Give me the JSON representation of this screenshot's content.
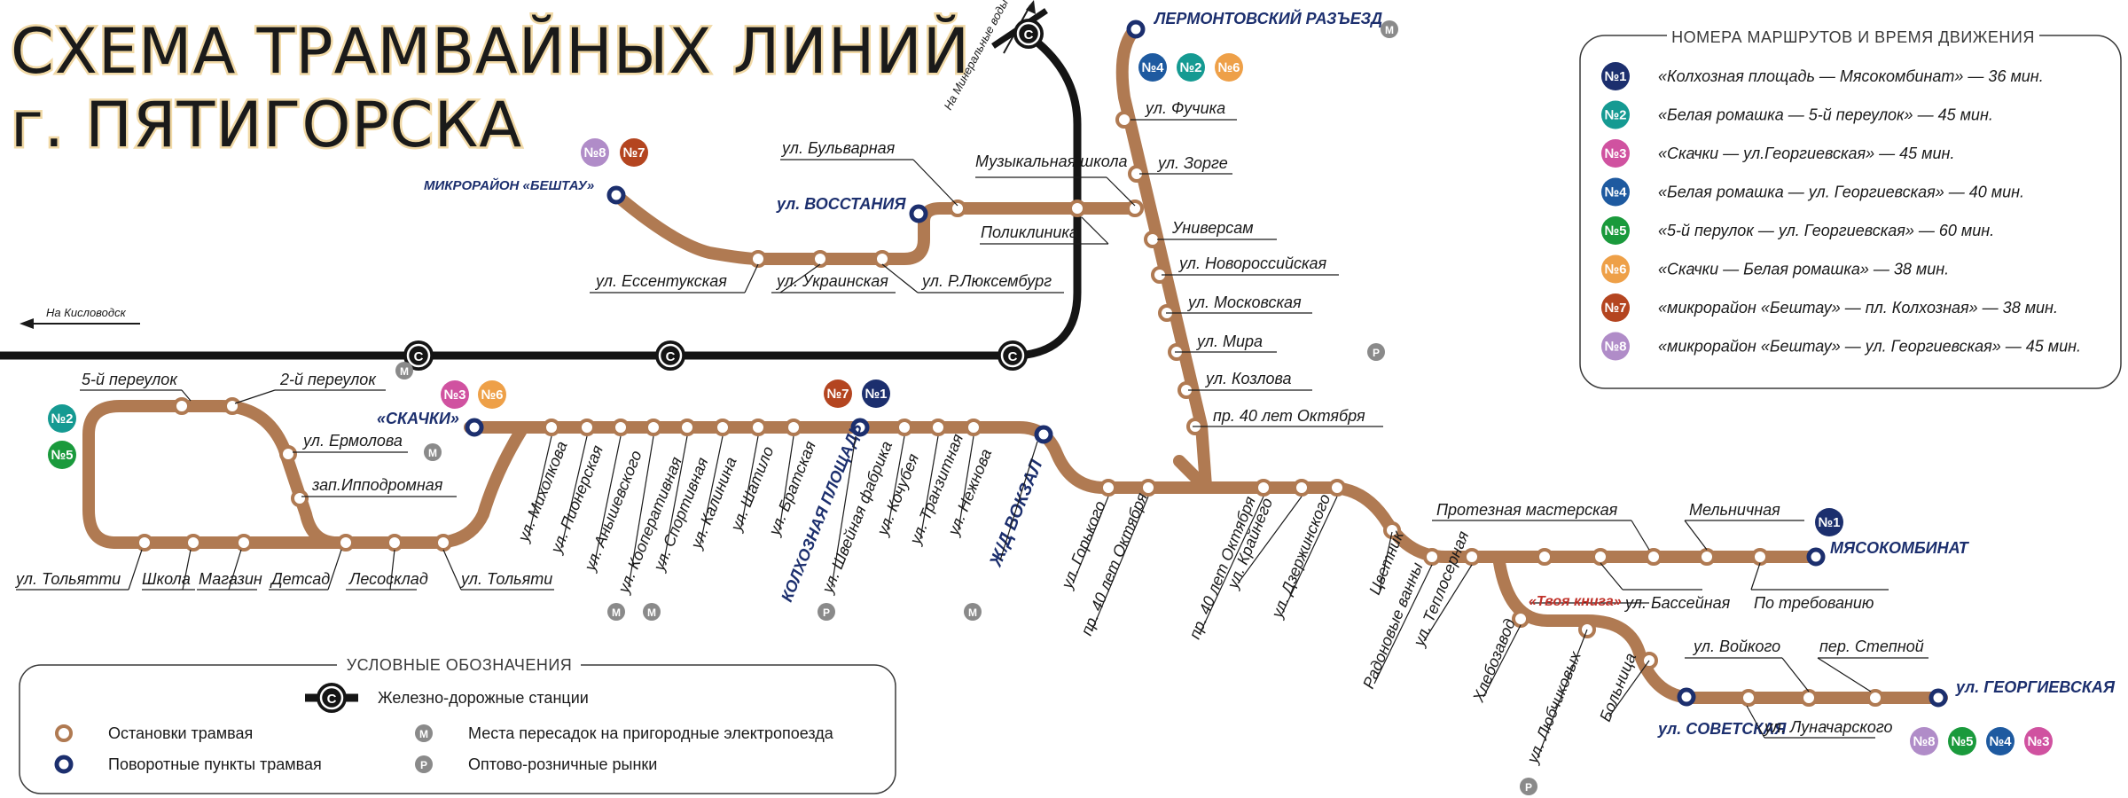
{
  "title": {
    "line1": "СХЕМА ТРАМВАЙНЫХ ЛИНИЙ",
    "line2": "г. ПЯТИГОРСКА"
  },
  "directions": {
    "kislovodsk": "На Кисловодск",
    "mineralnye_vody": "На Минеральные воды"
  },
  "colors": {
    "track": "#b07a52",
    "rail": "#151515",
    "stop_ring": "#b07a52",
    "terminal_ring": "#1c2f6e",
    "route_1": "#1c2f6e",
    "route_2": "#159a92",
    "route_3": "#d052a0",
    "route_4": "#1e5aa0",
    "route_5": "#1a9a3c",
    "route_6": "#eea048",
    "route_7": "#b44520",
    "route_8": "#b08cc8",
    "market": "#8a8a8a",
    "highlight": "#c0322a"
  },
  "badges": {
    "n1": "№1",
    "n2": "№2",
    "n3": "№3",
    "n4": "№4",
    "n5": "№5",
    "n6": "№6",
    "n7": "№7",
    "n8": "№8"
  },
  "rail_station": "С",
  "marker_m": "М",
  "marker_p": "Р",
  "terminals": {
    "lermontovsky": "ЛЕРМОНТОВСКИЙ РАЗЪЕЗД",
    "beshtau": "МИКРОРАЙОН «БЕШТАУ»",
    "vosstaniya": "ул. ВОССТАНИЯ",
    "skachki": "«СКАЧКИ»",
    "kolkhoznaya": "КОЛХОЗНАЯ ПЛОЩАДЬ",
    "vokzal": "Ж/Д ВОКЗАЛ",
    "myasokombinat": "МЯСОКОМБИНАТ",
    "sovetskaya": "ул. СОВЕТСКАЯ",
    "georgievskaya": "ул. ГЕОРГИЕВСКАЯ"
  },
  "stops": {
    "fuchika": "ул. Фучика",
    "zorge": "ул. Зорге",
    "universam": "Универсам",
    "novorossiyskaya": "ул. Новороссийская",
    "moskovskaya": "ул. Московская",
    "mira": "ул. Мира",
    "kozlova": "ул. Козлова",
    "p40_north": "пр. 40 лет Октября",
    "bulvarnaya": "ул. Бульварная",
    "muzykalnaya": "Музыкальная школа",
    "poliklinika": "Поликлиника",
    "essentukskaya": "ул. Ессентукская",
    "ukrainskaya": "ул. Украинская",
    "luksemburg": "ул. Р.Люксембург",
    "per5": "5-й переулок",
    "per2": "2-й переулок",
    "ermolova": "ул. Ермолова",
    "ippodromnaya": "зап.Ипподромная",
    "tolyatti": "ул. Тольятти",
    "shkola": "Школа",
    "magazin": "Магазин",
    "detsad": "Детсад",
    "lesosklad": "Лесосклад",
    "tolyatti2": "ул. Тольяти",
    "mikholkova": "ул. Михолкова",
    "pionerskaya": "ул. Пионерская",
    "anyshevskogo": "ул. Анышевского",
    "kooperativnaya": "ул. Кооперативная",
    "sportivnaya": "ул. Спортивная",
    "kalinina": "ул. Калинина",
    "shatilo": "ул. Шатило",
    "bratskaya": "ул. Братская",
    "shveynaya": "ул. Швейная фабрика",
    "kochubeya": "ул. Кочубея",
    "tranzitnaya": "ул. Транзитная",
    "nezhnova": "ул. Нежнова",
    "gorkogo": "ул. Горького",
    "p40_south1": "пр. 40 лет Октября",
    "p40_south2": "пр. 40 лет Октября",
    "krainego": "ул. Крайнего",
    "dzerzhinskogo": "ул. Дзержинского",
    "tsvetnik": "Цветник",
    "radonovye": "Радоновые ванны",
    "teploserna": "ул. Теплосерная",
    "proteznaya": "Протезная мастерская",
    "melnichnaya": "Мельничная",
    "basseynaya": "ул. Бассейная",
    "po_trebovaniyu": "По требованию",
    "tvoya_kniga": "«Твоя книга»",
    "khlebozavod": "Хлебозавод",
    "lyubchikovykh": "ул. Любчиковых",
    "bolnitsa": "Больница",
    "voykogo": "ул. Войкого",
    "stepnoy": "пер. Степной",
    "lunacharskogo": "ул. Луначарского"
  },
  "routes_box": {
    "heading": "НОМЕРА МАРШРУТОВ  И ВРЕМЯ ДВИЖЕНИЯ",
    "items": [
      {
        "num": "№1",
        "text": "«Колхозная площадь — Мясокомбинат» — 36 мин."
      },
      {
        "num": "№2",
        "text": "«Белая ромашка — 5-й переулок» — 45 мин."
      },
      {
        "num": "№3",
        "text": "«Скачки — ул.Георгиевская» — 45 мин."
      },
      {
        "num": "№4",
        "text": "«Белая ромашка — ул. Георгиевская» — 40 мин."
      },
      {
        "num": "№5",
        "text": "«5-й перулок — ул. Георгиевская» — 60 мин."
      },
      {
        "num": "№6",
        "text": "«Скачки — Белая ромашка» — 38 мин."
      },
      {
        "num": "№7",
        "text": "«микрорайон «Бештау» — пл. Колхозная» — 38 мин."
      },
      {
        "num": "№8",
        "text": "«микрорайон «Бештау» — ул. Георгиевская» — 45 мин."
      }
    ]
  },
  "legend": {
    "heading": "УСЛОВНЫЕ ОБОЗНАЧЕНИЯ",
    "rail": "Железно-дорожные станции",
    "stops": "Остановки трамвая",
    "turning": "Поворотные пункты трамвая",
    "transfers": "Места пересадок на пригородные электропоезда",
    "markets": "Оптово-розничные рынки"
  }
}
